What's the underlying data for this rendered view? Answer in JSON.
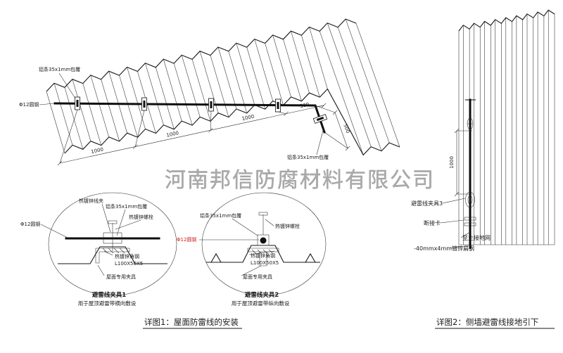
{
  "watermark": "河南邦信防腐材料有限公司",
  "figure1": {
    "caption": "详图1：屋面防雷线的安装",
    "iso": {
      "alu_strip_top": "铝条35x1mm包覆",
      "round_steel": "Φ12圆钢",
      "alu_strip_right": "铝条35x1mm包覆",
      "dims_main": [
        "1000",
        "1000",
        "1000",
        "500"
      ],
      "dims_slope": [
        "500"
      ]
    },
    "detail1": {
      "title": "避雷线夹具1",
      "subtitle": "用于屋顶避雷带横向敷设",
      "wire_clip": "热镀锌线夹",
      "alu_strip": "铝条35x1mm包覆",
      "bolt": "热镀锌螺栓",
      "round_steel": "Φ12圆钢",
      "angle_steel": "热镀锌角钢",
      "angle_spec": "L100X50X5",
      "roof_fixture": "屋面专用夹具"
    },
    "detail2": {
      "title": "避雷线夹具2",
      "subtitle": "用于屋顶避雷带纵向敷设",
      "alu_strip": "铝条35x1mm包覆",
      "bolt": "热镀锌螺栓",
      "round_steel": "Φ12圆钢",
      "angle_steel": "热镀锌角钢",
      "angle_spec": "L100X50X5",
      "roof_fixture": "屋面专用夹具"
    }
  },
  "figure2": {
    "caption": "详图2：侧墙避雷线接地引下",
    "dim_spacing": "1000",
    "clamp": "避雷线夹具3",
    "disconnect_card": "断接卡",
    "to_ground": "至主接地网",
    "flat_steel": "-40mmx4mm镀锌扁钢"
  },
  "colors": {
    "ink": "#1c1c1c",
    "red": "#cc2222",
    "watermark": "#a3a3a3"
  }
}
